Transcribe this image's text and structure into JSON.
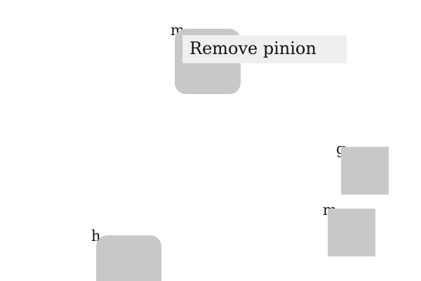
{
  "elements": [
    {
      "label": "m",
      "shape": "rounded-square"
    },
    {
      "label": "g",
      "shape": "square"
    },
    {
      "label": "m",
      "shape": "square"
    },
    {
      "label": "h",
      "shape": "rounded-square"
    }
  ],
  "tooltip": {
    "text": "Remove pinion"
  },
  "colors": {
    "background": "#ffffff",
    "element_fill": "#c8c8c8",
    "tooltip_bg": "#efefef",
    "text": "#111111"
  }
}
